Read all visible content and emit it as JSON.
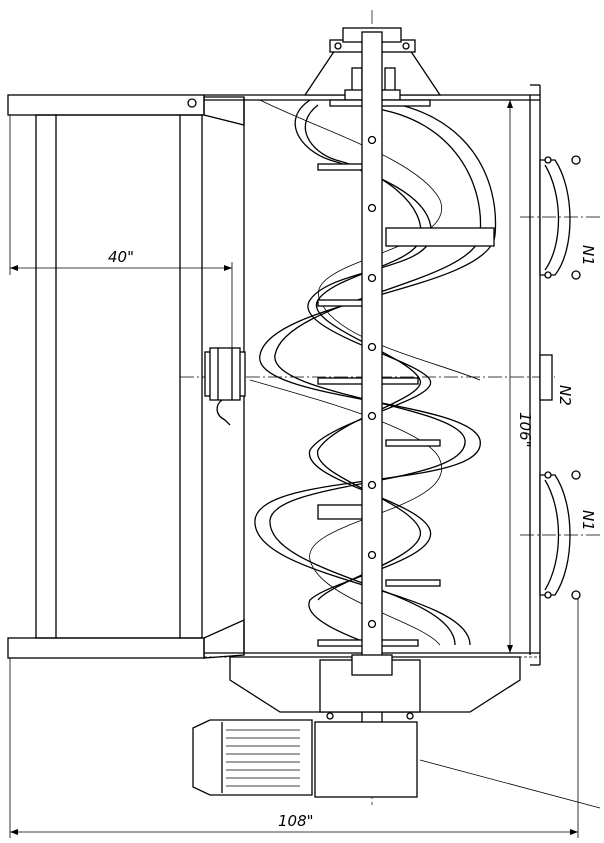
{
  "drawing": {
    "dimensions": {
      "width_40": "40\"",
      "height_106": "106\"",
      "overall_108": "108\""
    },
    "nozzles": {
      "n1_top": "N1",
      "n2": "N2",
      "n1_bottom": "N1"
    }
  }
}
